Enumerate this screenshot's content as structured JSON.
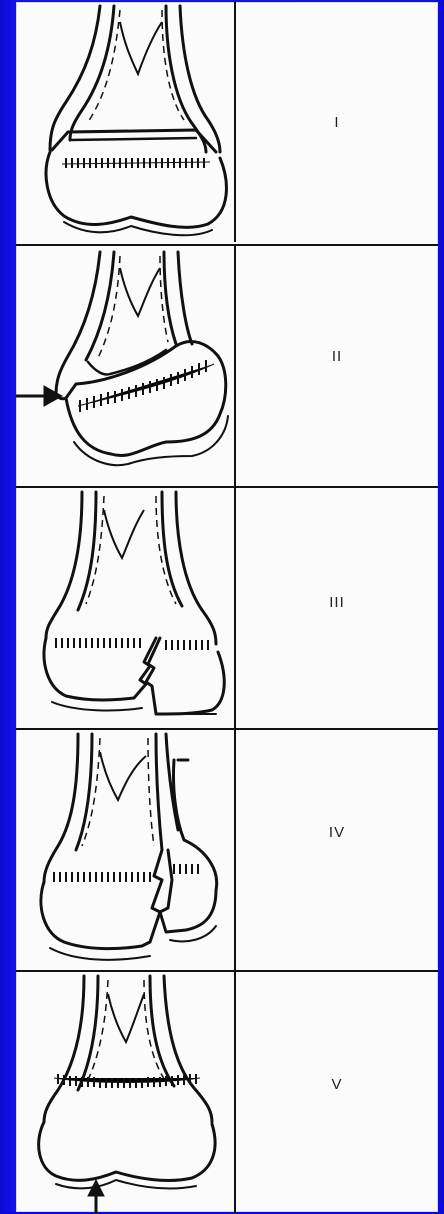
{
  "types": [
    {
      "numeral": "I"
    },
    {
      "numeral": "II"
    },
    {
      "numeral": "III"
    },
    {
      "numeral": "IV"
    },
    {
      "numeral": "V"
    }
  ],
  "colors": {
    "background": "#1111e6",
    "panel": "#fbfbfb",
    "ink": "#111111"
  }
}
